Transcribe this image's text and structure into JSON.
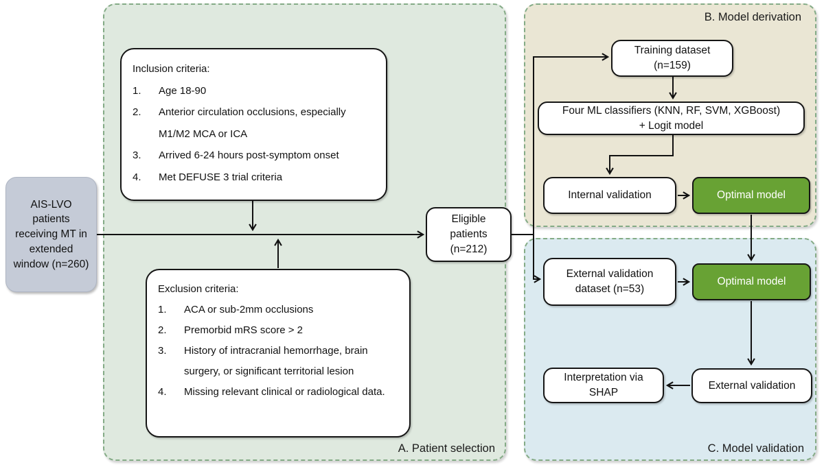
{
  "palette": {
    "panel_a_bg": "#dfe9df",
    "panel_b_bg": "#eae6d4",
    "panel_c_bg": "#dbeaf0",
    "panel_border": "#84ab86",
    "green_box": "#68a234",
    "gray_box_bg": "#c5cbd7",
    "line": "#111111"
  },
  "panels": {
    "a": {
      "label": "A. Patient selection"
    },
    "b": {
      "label": "B. Model derivation"
    },
    "c": {
      "label": "C. Model validation"
    }
  },
  "list_numbers": [
    "1.",
    "2.",
    "3.",
    "4."
  ],
  "boxes": {
    "source": {
      "text": "AIS-LVO\npatients\nreceiving MT in\nextended\nwindow (n=260)"
    },
    "inclusion": {
      "title": "Inclusion criteria:",
      "items": [
        "Age 18-90",
        "Anterior circulation occlusions, especially M1/M2 MCA or ICA",
        "Arrived 6-24 hours post-symptom onset",
        "Met DEFUSE 3 trial criteria"
      ]
    },
    "exclusion": {
      "title": "Exclusion criteria:",
      "items": [
        "ACA or sub-2mm occlusions",
        "Premorbid mRS score > 2",
        "History of intracranial hemorrhage, brain surgery, or significant territorial lesion",
        "Missing relevant clinical or radiological data."
      ]
    },
    "eligible": {
      "text": "Eligible\npatients\n(n=212)"
    },
    "training": {
      "text": "Training dataset\n(n=159)"
    },
    "classifiers": {
      "text": "Four ML classifiers (KNN, RF, SVM, XGBoost)\n+ Logit model"
    },
    "internal_validation": {
      "text": "Internal validation"
    },
    "optimal_model_b": {
      "text": "Optimal model"
    },
    "external_dataset": {
      "text": "External validation\ndataset (n=53)"
    },
    "optimal_model_c": {
      "text": "Optimal model"
    },
    "shap": {
      "text": "Interpretation via\nSHAP"
    },
    "external_validation": {
      "text": "External validation"
    }
  }
}
